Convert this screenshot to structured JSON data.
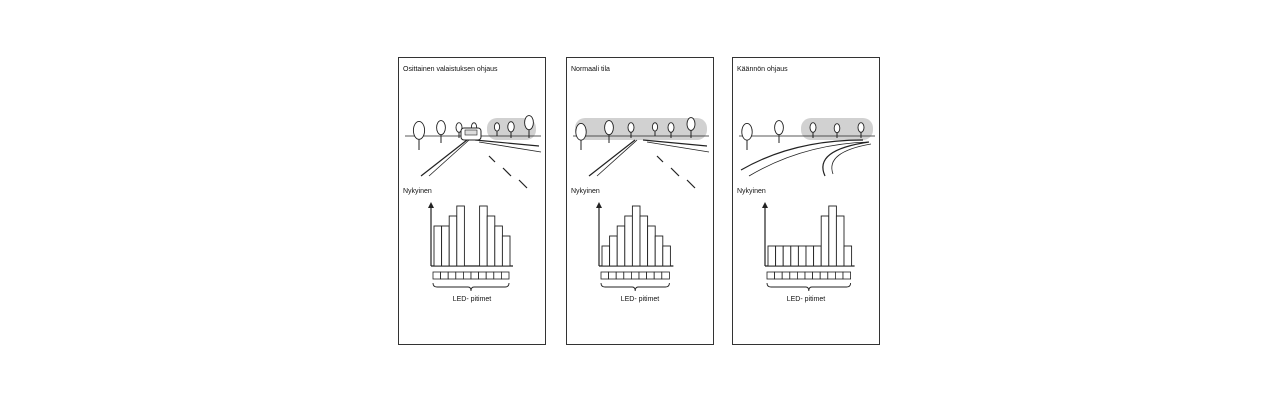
{
  "panels": [
    {
      "title": "Osittainen valaistuksen ohjaus",
      "current_label": "Nykyinen",
      "led_label": "LED- pitimet",
      "scene": "oncoming-car",
      "bars": [
        4,
        4,
        5,
        6,
        0,
        0,
        6,
        5,
        4,
        3
      ],
      "shade": [
        [
          88,
          137
        ]
      ]
    },
    {
      "title": "Normaali tila",
      "current_label": "Nykyinen",
      "led_label": "LED- pitimet",
      "scene": "straight",
      "bars": [
        2,
        3,
        4,
        5,
        6,
        5,
        4,
        3,
        2
      ],
      "shade": [
        [
          8,
          140
        ]
      ]
    },
    {
      "title": "Käännön ohjaus",
      "current_label": "Nykyinen",
      "led_label": "LED- pitimet",
      "scene": "curve",
      "bars": [
        2,
        2,
        2,
        2,
        2,
        2,
        2,
        5,
        6,
        5,
        2
      ],
      "shade": [
        [
          68,
          140
        ]
      ]
    }
  ],
  "colors": {
    "line": "#222222",
    "shade": "#9a9a9a"
  }
}
